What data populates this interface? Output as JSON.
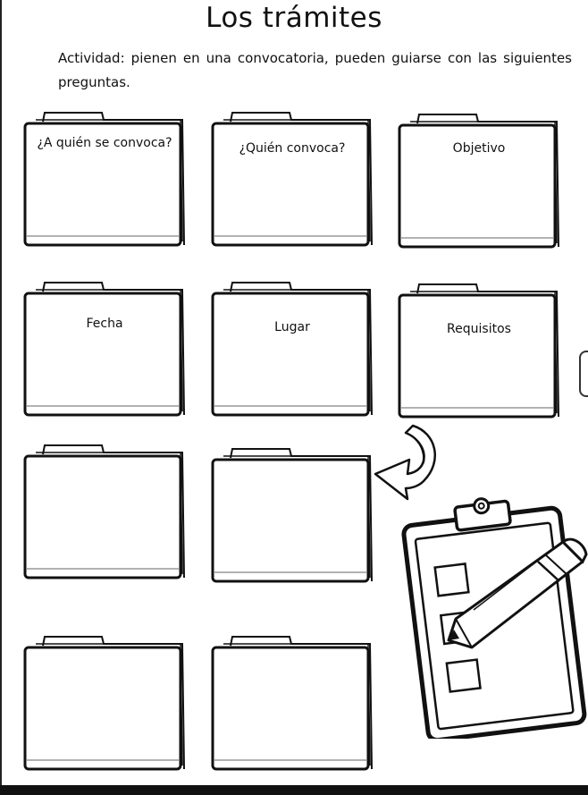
{
  "title": "Los trámites",
  "instructions": "Actividad: pienen en una convocatoria, pueden guiarse con las siguientes preguntas.",
  "folders": [
    {
      "label": "¿A quién se convoca?"
    },
    {
      "label": "¿Quién convoca?"
    },
    {
      "label": "Objetivo"
    },
    {
      "label": "Fecha"
    },
    {
      "label": "Lugar"
    },
    {
      "label": "Requisitos"
    },
    {
      "label": ""
    },
    {
      "label": ""
    },
    {
      "label": ""
    },
    {
      "label": ""
    }
  ]
}
